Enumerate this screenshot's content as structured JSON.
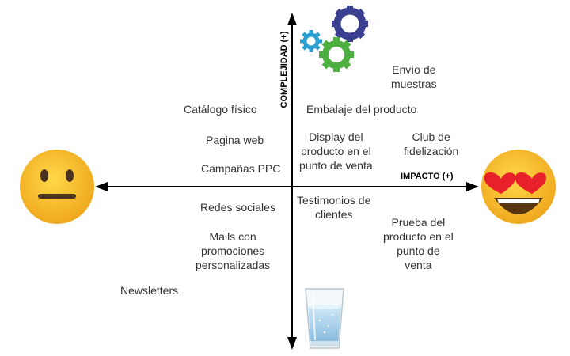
{
  "axes": {
    "y_label": "COMPLEJIDAD (+)",
    "x_label": "IMPACTO (+)"
  },
  "icons": {
    "top": "gears-icon",
    "bottom": "water-glass-icon",
    "left": "neutral-face-emoji-icon",
    "right": "heart-eyes-emoji-icon"
  },
  "colors": {
    "axis": "#000000",
    "gear_large": "#3a3f8f",
    "gear_medium": "#4caf3f",
    "gear_small": "#2a9fd0",
    "emoji_yellow": "#f6b92a"
  },
  "items": {
    "catalogo": [
      "Catálogo físico"
    ],
    "pagina_web": [
      "Pagina web"
    ],
    "campanas_ppc": [
      "Campañas PPC"
    ],
    "redes_sociales": [
      "Redes sociales"
    ],
    "mails": [
      "Mails con",
      "promociones",
      "personalizadas"
    ],
    "newsletters": [
      "Newsletters"
    ],
    "envio": [
      "Envío de",
      "muestras"
    ],
    "embalaje": [
      "Embalaje del producto"
    ],
    "display": [
      "Display del",
      "producto en el",
      "punto de venta"
    ],
    "club": [
      "Club de",
      "fidelización"
    ],
    "testimonios": [
      "Testimonios de",
      "clientes"
    ],
    "prueba": [
      "Prueba del",
      "producto en el",
      "punto de",
      "venta"
    ]
  }
}
